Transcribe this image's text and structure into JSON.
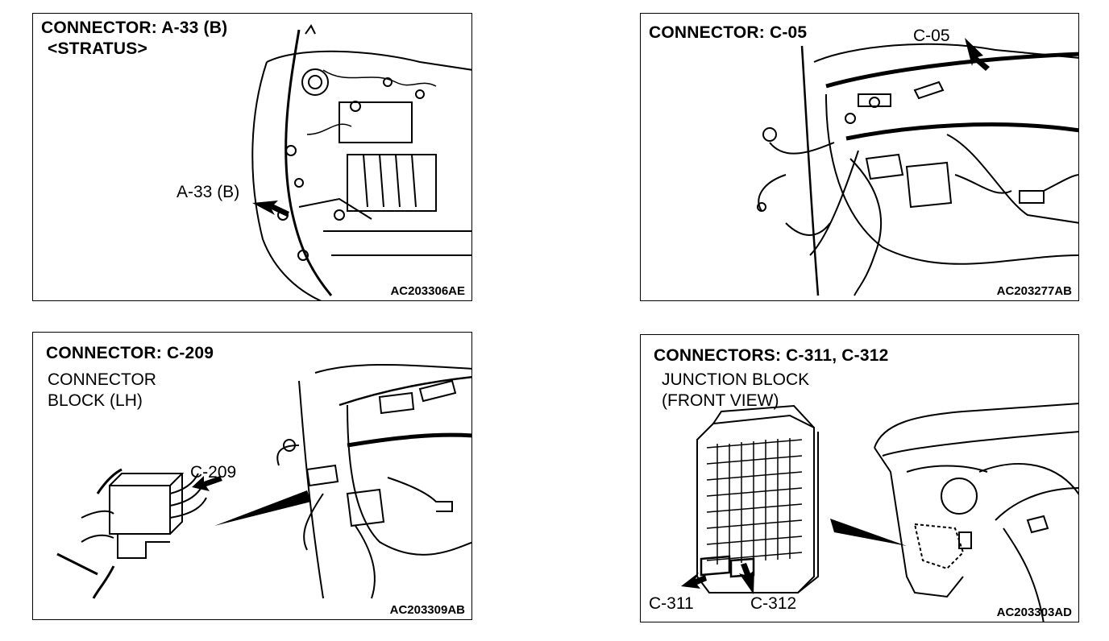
{
  "panels": [
    {
      "title": "CONNECTOR: A-33 (B)",
      "subtitle": "<STRATUS>",
      "callouts": [
        "A-33 (B)"
      ],
      "figure_code": "AC203306AE"
    },
    {
      "title": "CONNECTOR: C-05",
      "callouts": [
        "C-05"
      ],
      "figure_code": "AC203277AB"
    },
    {
      "title": "CONNECTOR: C-209",
      "subtitle_lines": [
        "CONNECTOR",
        "BLOCK (LH)"
      ],
      "callouts": [
        "C-209"
      ],
      "figure_code": "AC203309AB"
    },
    {
      "title": "CONNECTORS: C-311, C-312",
      "subtitle_lines": [
        "JUNCTION BLOCK",
        "(FRONT VIEW)"
      ],
      "callouts": [
        "C-311",
        "C-312"
      ],
      "figure_code": "AC203303AD"
    }
  ],
  "icons": [
    "arrow-icon",
    "wire-harness-illustration",
    "connector-icon",
    "junction-block-illustration",
    "dashboard-illustration"
  ],
  "colors": {
    "line": "#000000",
    "background": "#ffffff"
  }
}
